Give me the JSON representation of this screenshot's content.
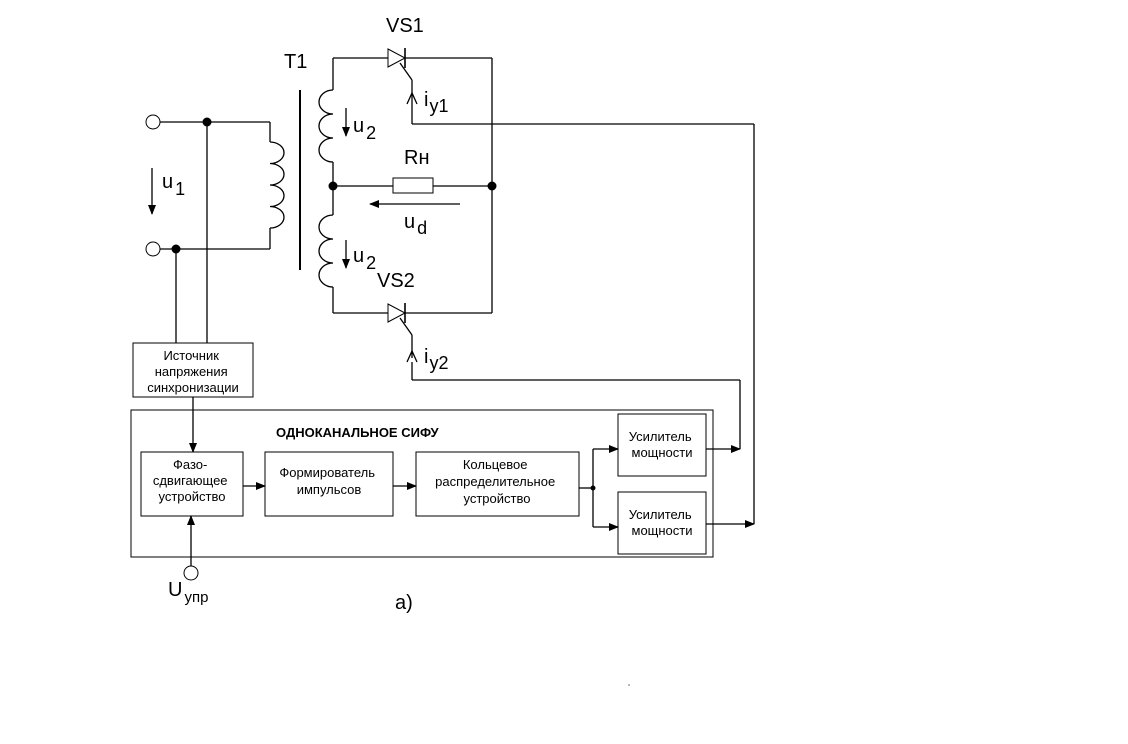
{
  "labels": {
    "T1": "T1",
    "VS1": "VS1",
    "VS2": "VS2",
    "u1": "u",
    "u1_sub": "1",
    "u2_top": "u",
    "u2_top_sub": "2",
    "u2_bot": "u",
    "u2_bot_sub": "2",
    "Rn": "Rн",
    "ud": "u",
    "ud_sub": "d",
    "iy1": "i",
    "iy1_sub": "y1",
    "iy2": "i",
    "iy2_sub": "y2",
    "uupr": "U",
    "uupr_sub": "упр",
    "caption": "а)"
  },
  "blocks": {
    "sync_source": [
      "Источник",
      "напряжения",
      "синхронизации"
    ],
    "sifu_title": "ОДНОКАНАЛЬНОЕ СИФУ",
    "phase_shifter": [
      "Фазо-",
      "сдвигающее",
      "устройство"
    ],
    "pulse_former": [
      "Формирователь",
      "импульсов"
    ],
    "ring_distributor": [
      "Кольцевое",
      "распределительное",
      "устройство"
    ],
    "amp1": [
      "Усилитель",
      "мощности"
    ],
    "amp2": [
      "Усилитель",
      "мощности"
    ]
  }
}
